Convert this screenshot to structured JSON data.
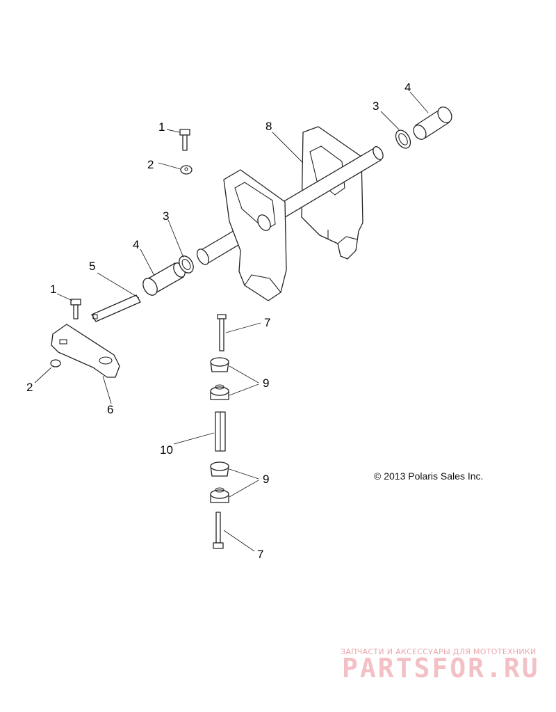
{
  "copyright": "© 2013 Polaris Sales Inc.",
  "watermark": {
    "tagline": "ЗАПЧАСТИ И АКСЕССУАРЫ ДЛЯ МОТОТЕХНИКИ",
    "brand": "PARTSFOR.RU"
  },
  "callouts": {
    "c1_top": "1",
    "c2_top": "2",
    "c3_mid": "3",
    "c4_mid": "4",
    "c5": "5",
    "c1_left": "1",
    "c2_left": "2",
    "c6": "6",
    "c3_right": "3",
    "c4_right": "4",
    "c8": "8",
    "c7_top": "7",
    "c9_top": "9",
    "c10": "10",
    "c9_bottom": "9",
    "c7_bottom": "7"
  }
}
